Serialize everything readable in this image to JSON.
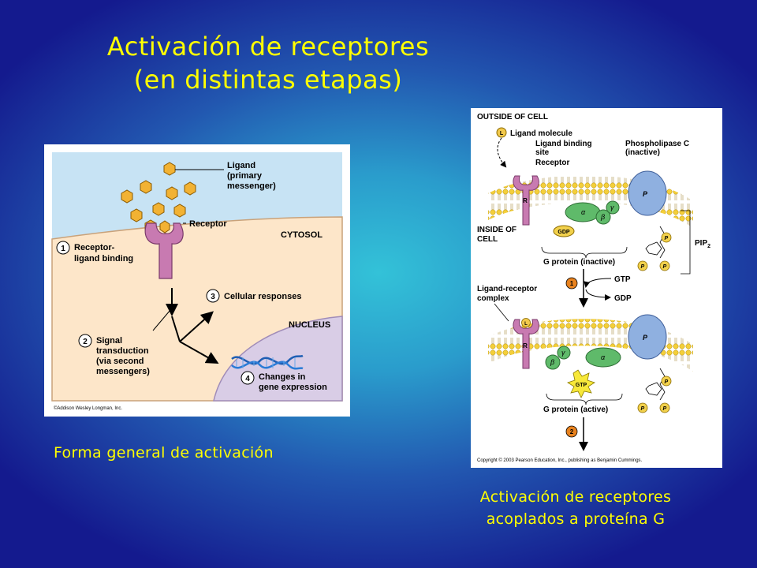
{
  "slide": {
    "title_line1": "Activación de receptores",
    "title_line2": "(en distintas etapas)",
    "caption_left": "Forma general de activación",
    "caption_right_line1": "Activación de receptores",
    "caption_right_line2": "acoplados a proteína G"
  },
  "left_figure": {
    "ligand_label": [
      "Ligand",
      "(primary",
      "messenger)"
    ],
    "receptor_label": "Receptor",
    "cytosol_label": "CYTOSOL",
    "nucleus_label": "NUCLEUS",
    "step1": {
      "num": "1",
      "lines": [
        "Receptor-",
        "ligand binding"
      ]
    },
    "step2": {
      "num": "2",
      "lines": [
        "Signal",
        "transduction",
        "(via second",
        "messengers)"
      ]
    },
    "step3": {
      "num": "3",
      "lines": [
        "Cellular responses"
      ]
    },
    "step4": {
      "num": "4",
      "lines": [
        "Changes in",
        "gene expression"
      ]
    },
    "copyright": "©Addison Wesley Longman, Inc."
  },
  "right_figure": {
    "outside_label": "OUTSIDE OF CELL",
    "ligand_molecule": "Ligand molecule",
    "ligand_binding_site": [
      "Ligand binding",
      "site"
    ],
    "receptor": "Receptor",
    "phospholipase": [
      "Phospholipase C",
      "(inactive)"
    ],
    "inside_label": [
      "INSIDE OF",
      "CELL"
    ],
    "gdp": "GDP",
    "gtp": "GTP",
    "pip2": "PIP",
    "pip2_sub": "2",
    "g_protein_inactive": "G protein (inactive)",
    "step1": "1",
    "gtp_arrow": "GTP",
    "gdp_arrow": "GDP",
    "complex_label": [
      "Ligand-receptor",
      "complex"
    ],
    "g_protein_active": "G protein (active)",
    "step2": "2",
    "copyright": "Copyright © 2003 Pearson Education, Inc., publishing as Benjamin Cummings.",
    "L": "L",
    "R": "R",
    "P": "P",
    "alpha": "α",
    "beta": "β",
    "gamma": "γ"
  }
}
